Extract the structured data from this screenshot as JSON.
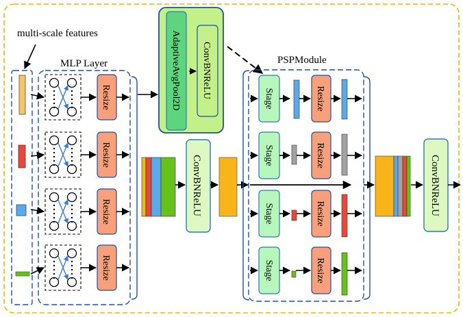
{
  "labels": {
    "multiscale": "multi-scale features",
    "mlp_layer": "MLP Layer",
    "psp_module": "PSPModule",
    "resize": "Resize",
    "stage": "Stage",
    "convbnrelu": "ConvBNReLU",
    "adaptive_pool": "AdaptiveAvgPool2D"
  },
  "colors": {
    "outer_border": "#f0b400",
    "dashed_blue": "#1f4fa8",
    "feature_yellow": "#f5c46a",
    "feature_red": "#e8483a",
    "feature_blue": "#5aa9ea",
    "feature_green": "#66c21a",
    "resize_fill": "#f7a07a",
    "stage_fill": "#b8f7bc",
    "conv_fill": "#ddf8c0",
    "pool_box": "#c4f08a",
    "orange": "#f7b51a",
    "gray": "#a3a3a3",
    "mlp_node": "#4a7fd8"
  },
  "mlp_rows": 4,
  "psp_stages": 4
}
